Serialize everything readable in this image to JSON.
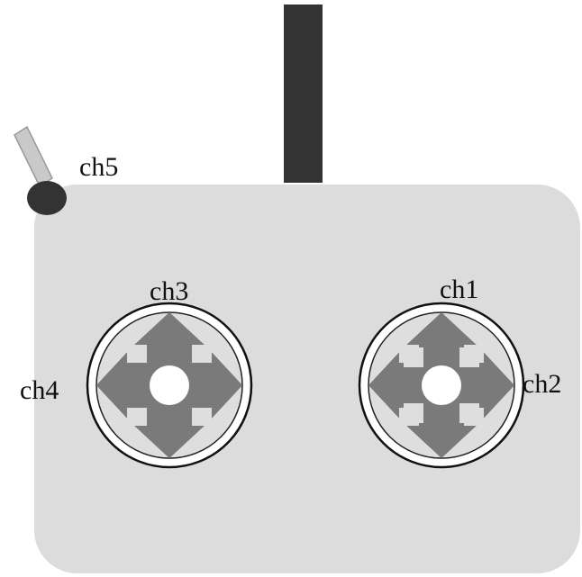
{
  "labels": {
    "ch1": "ch1",
    "ch2": "ch2",
    "ch3": "ch3",
    "ch4": "ch4",
    "ch5": "ch5"
  },
  "colors": {
    "body": "#dcdcdc",
    "antenna": "#333333",
    "switch_knob": "#333333",
    "switch_lever": "#c9c9c9",
    "stick_arrows": "#7a7a7a",
    "stick_ring": "#ffffff",
    "outline": "#111111"
  },
  "icons": {
    "antenna": "antenna-bar",
    "switch": "toggle-switch",
    "left_stick": "joystick-cross-arrows",
    "right_stick": "joystick-cross-arrows"
  }
}
